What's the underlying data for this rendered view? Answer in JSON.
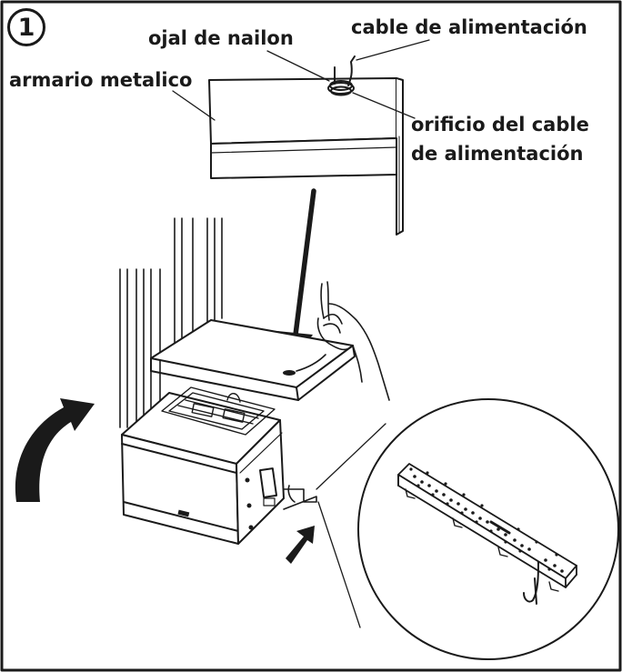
{
  "diagram": {
    "step_number": "1",
    "labels": {
      "metal_cabinet": "armario metalico",
      "nylon_grommet": "ojal de nailon",
      "power_cord": "cable de alimentación",
      "power_cord_hole_line1": "orificio del cable",
      "power_cord_hole_line2": "de alimentación"
    }
  }
}
